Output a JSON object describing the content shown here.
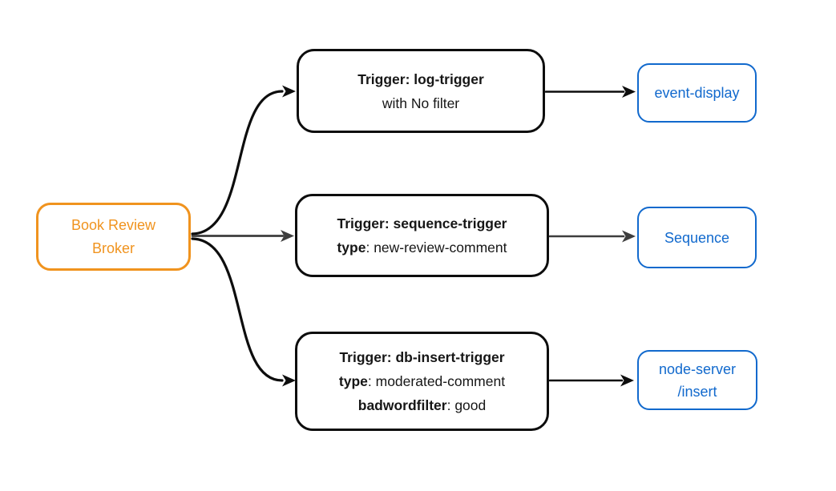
{
  "colors": {
    "broker_orange": "#f0931e",
    "sink_blue": "#1169cd",
    "arrow_black": "#0d0d0d",
    "arrow_gray": "#3d3d3d",
    "trigger_text": "#161616",
    "background": "#ffffff"
  },
  "broker": {
    "line1": "Book Review",
    "line2": "Broker"
  },
  "triggers": [
    {
      "title": "Trigger: log-trigger",
      "line2_plain": "with No filter"
    },
    {
      "title": "Trigger: sequence-trigger",
      "line2_key": "type",
      "line2_value": ": new-review-comment"
    },
    {
      "title": "Trigger: db-insert-trigger",
      "line2_key": "type",
      "line2_value": ": moderated-comment",
      "line3_key": "badwordfilter",
      "line3_value": ": good"
    }
  ],
  "sinks": [
    {
      "line1": "event-display"
    },
    {
      "line1": "Sequence"
    },
    {
      "line1": "node-server",
      "line2": "/insert"
    }
  ]
}
